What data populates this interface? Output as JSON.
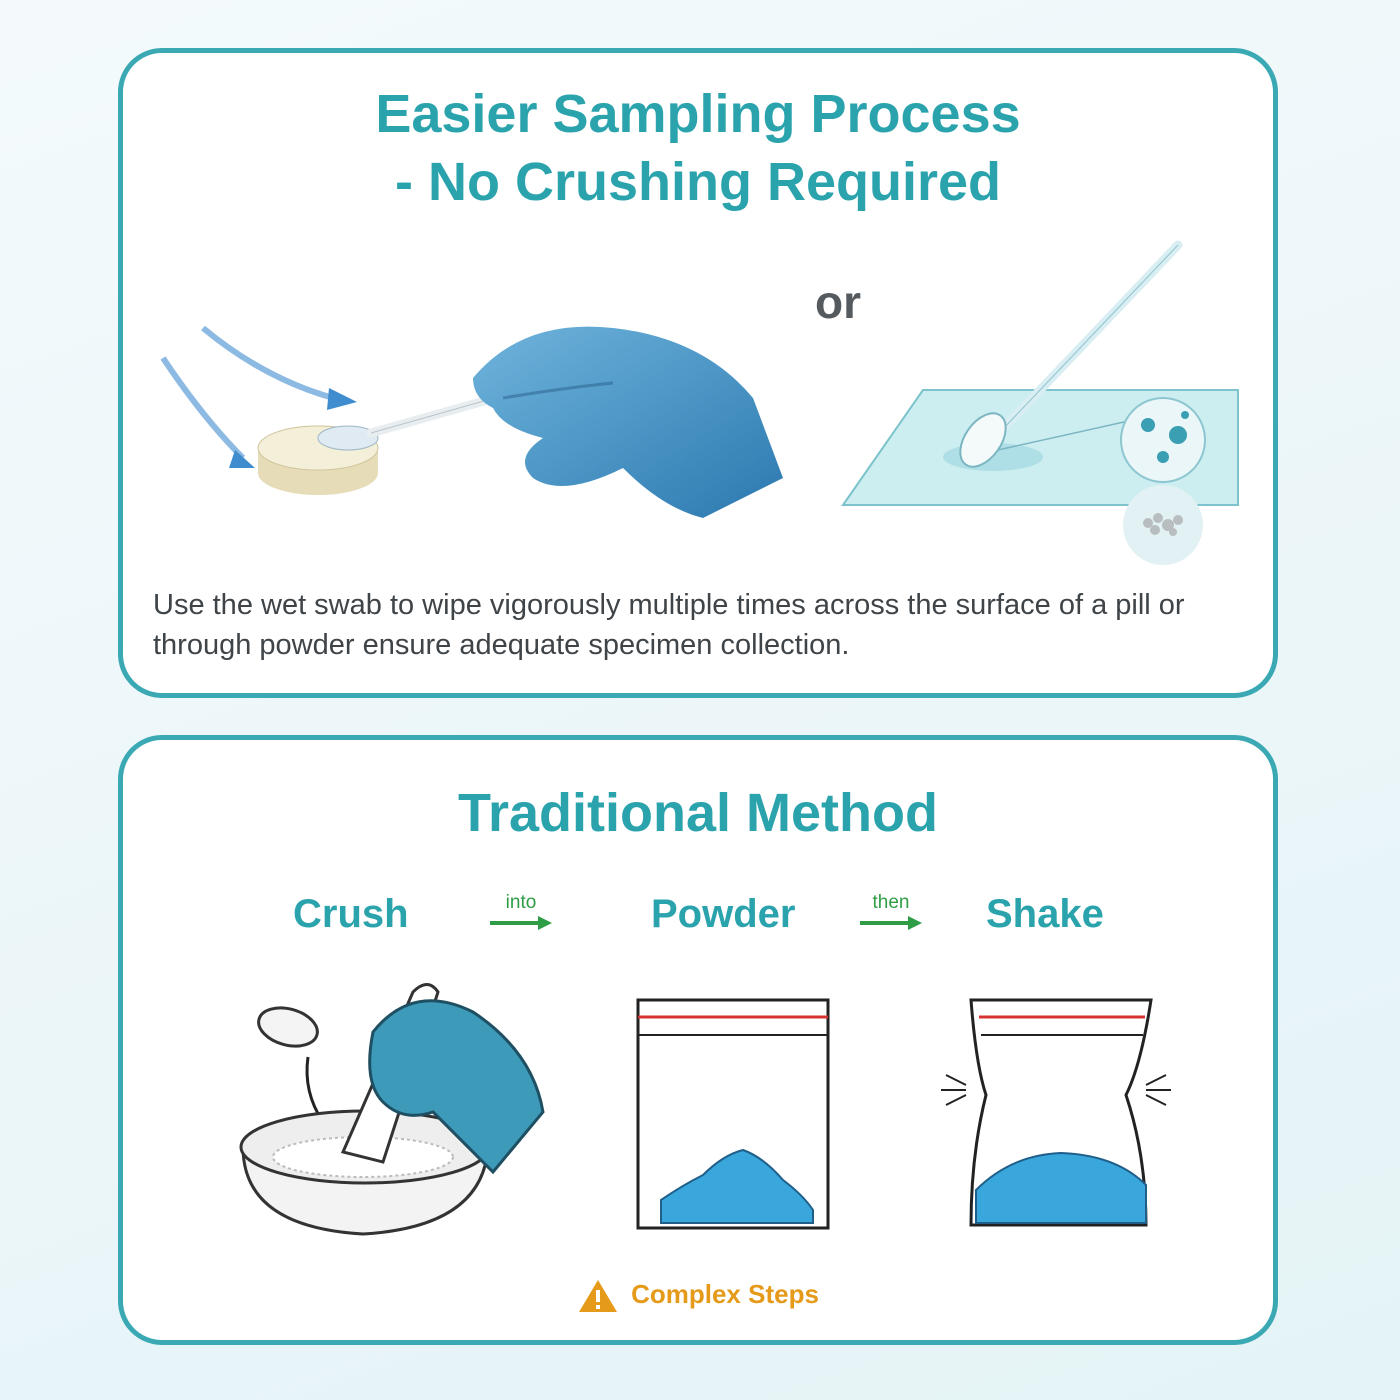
{
  "top": {
    "title_line1": "Easier Sampling Process",
    "title_line2": "- No Crushing Required",
    "or_text": "or",
    "description": "Use the wet swab to wipe vigorously multiple times across the surface of a pill or through powder ensure adequate specimen collection."
  },
  "bottom": {
    "title": "Traditional Method",
    "steps": [
      {
        "label": "Crush"
      },
      {
        "label": "Powder"
      },
      {
        "label": "Shake"
      }
    ],
    "connectors": [
      {
        "label": "into"
      },
      {
        "label": "then"
      }
    ],
    "warning": "Complex Steps"
  },
  "colors": {
    "accent": "#2aa3ad",
    "border": "#3aa9b3",
    "glove": "#3d8fc4",
    "powder": "#3aa7dc",
    "arrow_green": "#2f9d46",
    "warning": "#e59a1a"
  },
  "icons": [
    "warning-icon",
    "arrow-right-icon"
  ]
}
